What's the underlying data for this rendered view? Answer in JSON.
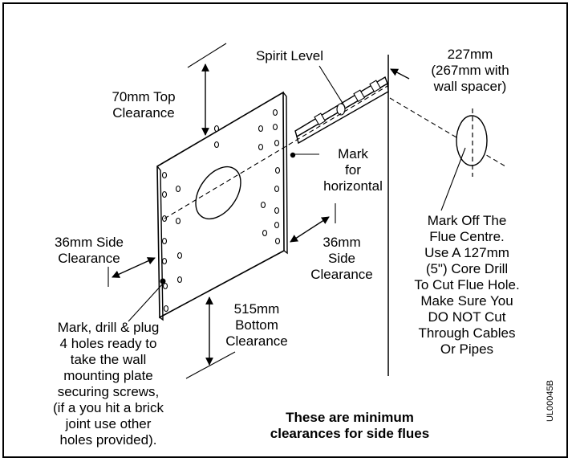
{
  "labels": {
    "spirit_level": "Spirit Level",
    "top_clearance": "70mm Top\nClearance",
    "flue_distance": "227mm\n(267mm with\nwall spacer)",
    "mark_horizontal": "Mark\nfor\nhorizontal",
    "left_side_clearance": "36mm Side\nClearance",
    "right_side_clearance": "36mm\nSide\nClearance",
    "flue_instructions": "Mark Off The\nFlue Centre.\nUse A 127mm\n(5\") Core Drill\nTo Cut Flue Hole.\nMake Sure You\nDO NOT Cut\nThrough Cables\nOr Pipes",
    "bottom_clearance": "515mm\nBottom\nClearance",
    "drill_instructions": "Mark, drill & plug\n4 holes ready to\ntake the wall\nmounting plate\nsecuring screws,\n(if a you hit a brick\njoint use other\nholes provided).",
    "minimum_note": "These are minimum\nclearances for side flues",
    "drawing_code": "UL00045B"
  }
}
